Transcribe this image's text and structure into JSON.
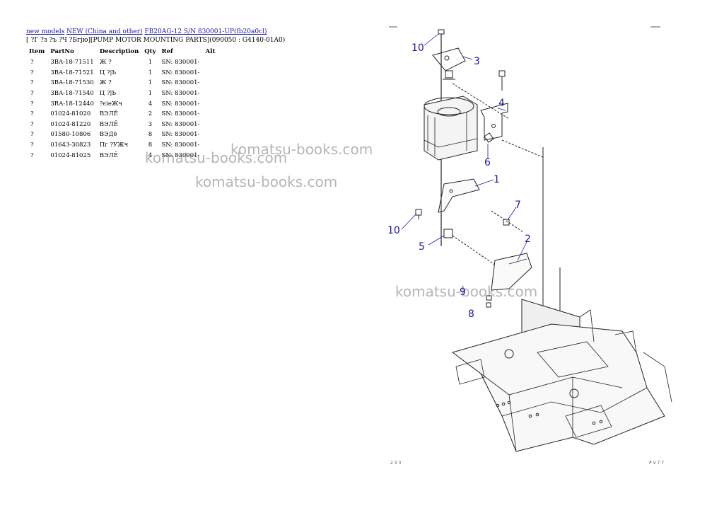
{
  "breadcrumb": {
    "link1": "new models",
    "link2": "NEW (China and other)",
    "link3": "FB20AG-12 S/N 830001-UP(fb20a0cl)"
  },
  "subtitle": "[ ?Г ?з ?ъ ?Ч ?Бгјю][PUMP MOTOR MOUNTING PARTS](090050 : G4140-01A0)",
  "table": {
    "headers": [
      "Item",
      "PartNo",
      "Description",
      "Qty",
      "Ref",
      "Alt"
    ],
    "rows": [
      {
        "item": "?",
        "part": "3BA-18-71511",
        "desc": "Ж ?",
        "qty": "1",
        "ref": "SN: 830001-",
        "alt": ""
      },
      {
        "item": "?",
        "part": "3BA-18-71521",
        "desc": "Ц ?|Ь",
        "qty": "1",
        "ref": "SN: 830001-",
        "alt": ""
      },
      {
        "item": "?",
        "part": "3BA-18-71530",
        "desc": "Ж ?",
        "qty": "1",
        "ref": "SN: 830001-",
        "alt": ""
      },
      {
        "item": "?",
        "part": "3BA-18-71540",
        "desc": "Ц ?|Ь",
        "qty": "1",
        "ref": "SN: 830001-",
        "alt": ""
      },
      {
        "item": "?",
        "part": "3RA-18-12440",
        "desc": "?єіеЖч",
        "qty": "4",
        "ref": "SN: 830001-",
        "alt": ""
      },
      {
        "item": "?",
        "part": "01024-81020",
        "desc": "ВЭЛЁ",
        "qty": "2",
        "ref": "SN: 830001-",
        "alt": ""
      },
      {
        "item": "?",
        "part": "01024-81220",
        "desc": "ВЭЛЁ",
        "qty": "3",
        "ref": "SN: 830001-",
        "alt": ""
      },
      {
        "item": "?",
        "part": "01580-10806",
        "desc": "ВЭДё",
        "qty": "8",
        "ref": "SN: 830001-",
        "alt": ""
      },
      {
        "item": "?",
        "part": "01643-30823",
        "desc": "Пг ?УЖч",
        "qty": "8",
        "ref": "SN: 830001-",
        "alt": ""
      },
      {
        "item": "?",
        "part": "01024-81025",
        "desc": "ВЭЛЁ",
        "qty": "4",
        "ref": "SN: 830001-",
        "alt": ""
      }
    ]
  },
  "watermark": "komatsu-books.com",
  "diagram": {
    "callouts": [
      "10",
      "3",
      "4",
      "6",
      "1",
      "7",
      "10",
      "5",
      "2",
      "9",
      "8"
    ],
    "footer_left": "2 3 3",
    "footer_right": "P V 7 7"
  },
  "colors": {
    "link": "#1a1aa6",
    "callout": "#1a1aa6",
    "watermark": "#787878"
  }
}
